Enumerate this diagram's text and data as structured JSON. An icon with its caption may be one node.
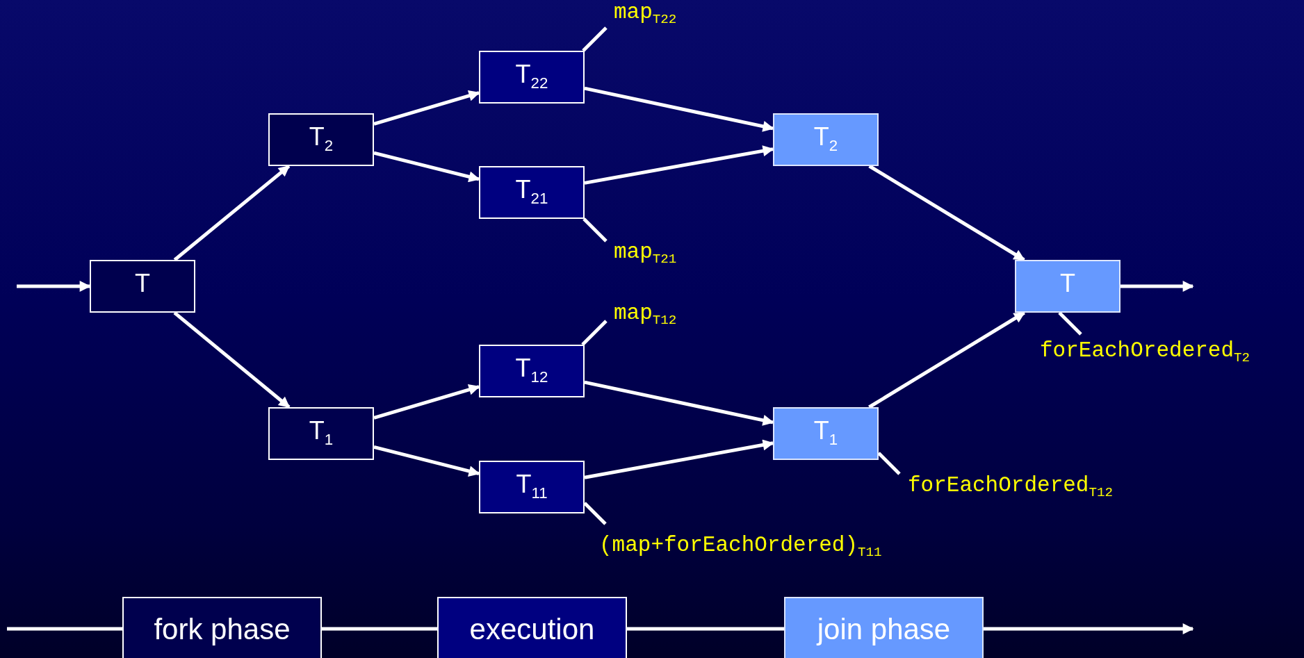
{
  "diagram": {
    "nodes": [
      {
        "text": [
          "T"
        ]
      },
      {
        "text": [
          "T$_{2}$"
        ]
      },
      {
        "text": [
          "T$_{1}$"
        ]
      },
      {
        "text": [
          "T$_{22}$"
        ]
      },
      {
        "text": [
          "T$_{21}$"
        ]
      },
      {
        "text": [
          "T$_{12}$"
        ]
      },
      {
        "text": [
          "T$_{11}$"
        ]
      },
      {
        "text": [
          "T$_{2}$"
        ]
      },
      {
        "text": [
          "T$_{1}$"
        ]
      },
      {
        "text": [
          "T"
        ]
      },
      {
        "text": [
          "map$_{T22}$"
        ]
      },
      {
        "text": [
          "map$_{T21}$"
        ]
      },
      {
        "text": [
          "map$_{T12}$"
        ]
      },
      {
        "text": [
          "(map+forEachOrdered)$_{T11}$"
        ]
      },
      {
        "text": [
          "forEachOrdered$_{T12}$"
        ]
      },
      {
        "text": [
          "forEachOredered$_{T2}$"
        ]
      },
      {
        "text": [
          "fork phase"
        ]
      },
      {
        "text": [
          "execution"
        ]
      },
      {
        "text": [
          "join phase"
        ]
      }
    ],
    "edges": [
      {
        "from": null,
        "to": 0,
        "arrow": "to"
      },
      {
        "from": 0,
        "to": 1,
        "arrow": "to"
      },
      {
        "from": 0,
        "to": 2,
        "arrow": "to"
      },
      {
        "from": 1,
        "to": 3,
        "arrow": "to"
      },
      {
        "from": 1,
        "to": 4,
        "arrow": "to"
      },
      {
        "from": 2,
        "to": 5,
        "arrow": "to"
      },
      {
        "from": 2,
        "to": 6,
        "arrow": "to"
      },
      {
        "from": 3,
        "to": 7,
        "arrow": "to"
      },
      {
        "from": 4,
        "to": 7,
        "arrow": "to"
      },
      {
        "from": 5,
        "to": 8,
        "arrow": "to"
      },
      {
        "from": 6,
        "to": 8,
        "arrow": "to"
      },
      {
        "from": 7,
        "to": 9,
        "arrow": "to"
      },
      {
        "from": 8,
        "to": 9,
        "arrow": "to"
      },
      {
        "from": 9,
        "to": null,
        "arrow": "to"
      },
      {
        "from": 10,
        "to": 3,
        "arrow": "none"
      },
      {
        "from": 11,
        "to": 4,
        "arrow": "none"
      },
      {
        "from": 12,
        "to": 5,
        "arrow": "none"
      },
      {
        "from": 13,
        "to": 6,
        "arrow": "none"
      },
      {
        "from": 14,
        "to": 8,
        "arrow": "none"
      },
      {
        "from": 15,
        "to": 9,
        "arrow": "none"
      },
      {
        "from": null,
        "to": 16,
        "arrow": "none"
      },
      {
        "from": 16,
        "to": 17,
        "arrow": "none"
      },
      {
        "from": 17,
        "to": 18,
        "arrow": "none"
      },
      {
        "from": 18,
        "to": null,
        "arrow": "to"
      }
    ]
  }
}
